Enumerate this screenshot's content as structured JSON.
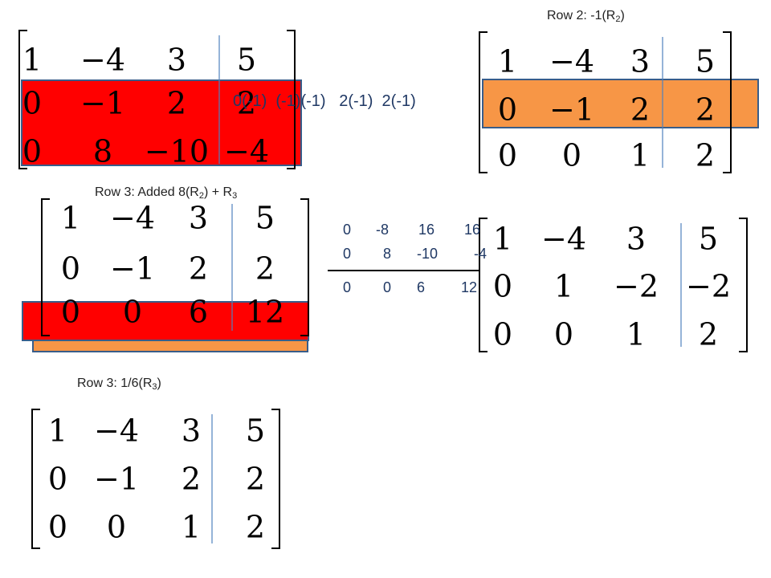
{
  "captions": {
    "row2_prefix": "Row 2: -1(R",
    "row2_sub": "2",
    "row2_suffix": ")",
    "row3_added_prefix": "Row 3: Added 8(R",
    "row3_added_sub1": "2",
    "row3_added_mid": ") + R",
    "row3_added_sub2": "3",
    "row3_scale_prefix": "Row 3: 1/6(R",
    "row3_scale_sub": "3",
    "row3_scale_suffix": ")"
  },
  "multiplication_text": "0(-1)  (-1)(-1)   2(-1)  2(-1)",
  "row_addition": {
    "line1": [
      "0",
      "-8",
      "16",
      "16"
    ],
    "line2": [
      "0",
      "8",
      "-10",
      "-4"
    ],
    "result": [
      "0",
      "0",
      "6",
      "12"
    ]
  },
  "matrices": {
    "original": [
      [
        "1",
        "−4",
        "3",
        "5"
      ],
      [
        "0",
        "−1",
        "2",
        "2"
      ],
      [
        "0",
        "8",
        "−10",
        "−4"
      ]
    ],
    "row2_result": [
      [
        "1",
        "−4",
        "3",
        "5"
      ],
      [
        "0",
        "−1",
        "2",
        "2"
      ],
      [
        "0",
        "0",
        "1",
        "2"
      ]
    ],
    "row3_added": [
      [
        "1",
        "−4",
        "3",
        "5"
      ],
      [
        "0",
        "−1",
        "2",
        "2"
      ],
      [
        "0",
        "0",
        "6",
        "12"
      ]
    ],
    "row3_scaled": [
      [
        "1",
        "−4",
        "3",
        "5"
      ],
      [
        "0",
        "1",
        "−2",
        "−2"
      ],
      [
        "0",
        "0",
        "1",
        "2"
      ]
    ],
    "final": [
      [
        "1",
        "−4",
        "3",
        "5"
      ],
      [
        "0",
        "−1",
        "2",
        "2"
      ],
      [
        "0",
        "0",
        "1",
        "2"
      ]
    ]
  },
  "colors": {
    "highlight_red": "#ff0000",
    "highlight_orange": "#f79646",
    "highlight_border": "#385d8a",
    "augment_line": "#4f81bd",
    "arith_text": "#1f3864"
  }
}
